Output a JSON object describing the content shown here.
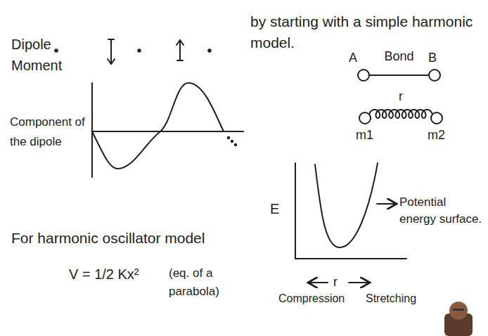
{
  "diagram": {
    "nodes": [
      {
        "text": [
          "A"
        ]
      },
      {
        "text": [
          "B"
        ]
      },
      {
        "text": [
          "m1"
        ]
      },
      {
        "text": [
          "m2"
        ]
      }
    ],
    "edges": [
      {
        "from": 0,
        "to": 1,
        "arrow": "none",
        "label": "Bond"
      },
      {
        "from": 2,
        "to": 3,
        "arrow": "none",
        "label": "r"
      }
    ],
    "labels": [
      "Dipole Moment",
      "Component of the dipole",
      "For harmonic oscillator model",
      "V = 1/2 Kx²",
      "(eq. of a parabola)",
      "by starting with a simple harmonic model.",
      "E",
      "Potential energy surface.",
      "r",
      "Compression",
      "Stretching"
    ]
  }
}
